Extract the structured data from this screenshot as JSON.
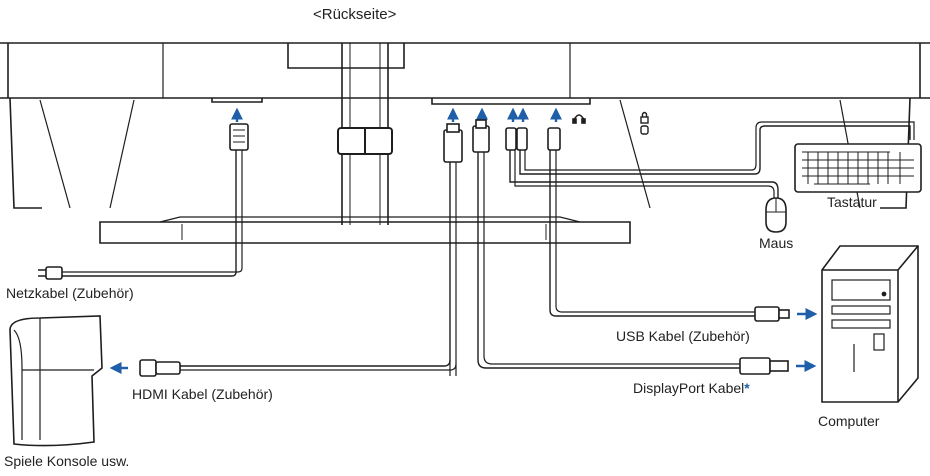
{
  "title": "<Rückseite>",
  "labels": {
    "power_cable": "Netzkabel (Zubehör)",
    "hdmi_cable": "HDMI Kabel (Zubehör)",
    "usb_cable": "USB Kabel (Zubehör)",
    "displayport_cable": "DisplayPort Kabel",
    "displayport_mark": "*",
    "keyboard": "Tastatur",
    "mouse": "Maus",
    "computer": "Computer",
    "game_console": "Spiele Konsole usw."
  },
  "colors": {
    "line": "#1e1e1e",
    "arrow_blue": "#1f5ea8",
    "gray_cable": "#8a8a8a"
  },
  "icons": [
    "arrow-up-icon",
    "arrow-right-icon",
    "arrow-left-icon",
    "headphone-icon",
    "lock-icon",
    "usb-icon"
  ]
}
